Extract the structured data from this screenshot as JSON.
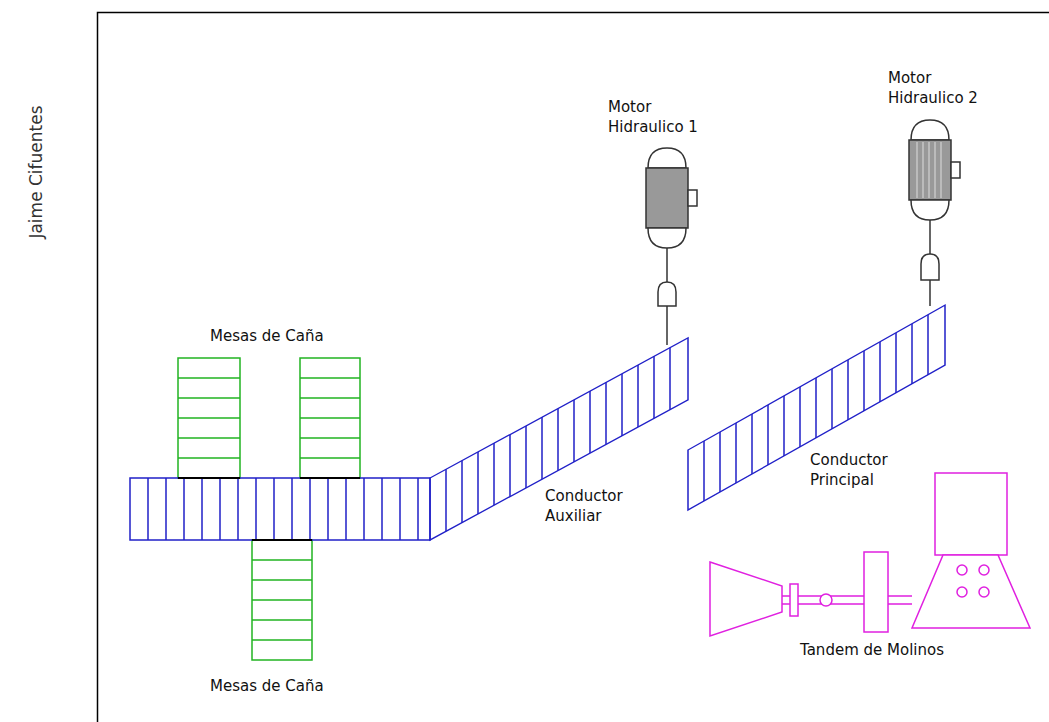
{
  "diagram": {
    "labels": [
      "Jaime Cifuentes",
      "Motor Hidraulico 1",
      "Motor Hidraulico 2",
      "Mesas de Caña",
      "Conductor Auxiliar",
      "Conductor Principal",
      "Tandem de Molinos",
      "Mesas de Caña"
    ]
  }
}
